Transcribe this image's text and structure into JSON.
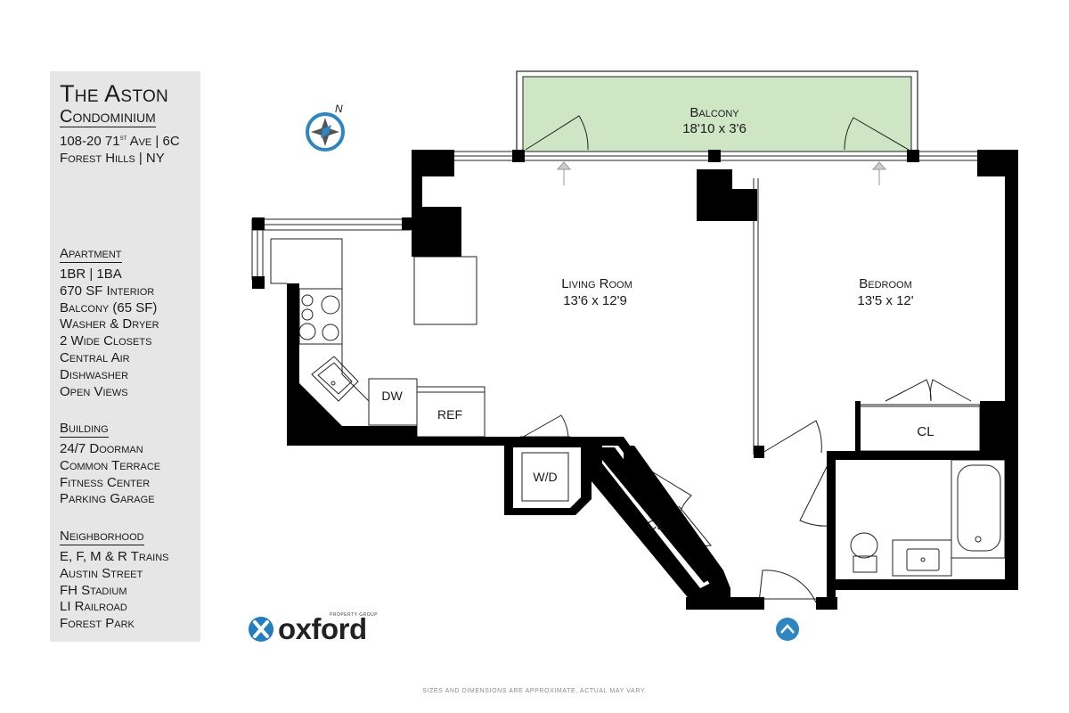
{
  "listing": {
    "title_line1": "The Aston",
    "title_line2": "Condominium",
    "address_line1_pre": "108-20 71",
    "address_line1_sup": "st",
    "address_line1_post": " Ave | 6C",
    "address_line2": "Forest Hills | NY"
  },
  "sections": [
    {
      "heading": "Apartment",
      "items": [
        "1BR | 1BA",
        "670 SF Interior",
        "Balcony (65 SF)",
        "Washer & Dryer",
        "2 Wide Closets",
        "Central Air",
        "Dishwasher",
        "Open Views"
      ]
    },
    {
      "heading": "Building",
      "items": [
        "24/7 Doorman",
        "Common Terrace",
        "Fitness Center",
        "Parking Garage"
      ]
    },
    {
      "heading": "Neighborhood",
      "items": [
        "E, F, M & R Trains",
        "Austin Street",
        "FH Stadium",
        "LI Railroad",
        "Forest Park"
      ]
    }
  ],
  "rooms": {
    "balcony": {
      "name": "Balcony",
      "dims": "18'10 x 3'6"
    },
    "living": {
      "name": "Living Room",
      "dims": "13'6 x 12'9"
    },
    "bedroom": {
      "name": "Bedroom",
      "dims": "13'5 x 12'"
    },
    "bedroom_closet": "CL",
    "hall_closet": "CL",
    "dishwasher": "DW",
    "refrigerator": "REF",
    "washer_dryer": "W/D"
  },
  "compass": {
    "label": "N"
  },
  "logo": {
    "name": "oxford",
    "tagline": "PROPERTY GROUP"
  },
  "footer": {
    "note": "SIZES AND DIMENSIONS ARE APPROXIMATE, ACTUAL MAY VARY."
  },
  "colors": {
    "balcony": "#cfe6c4",
    "compass_blue": "#2c86c2",
    "wall": "#000000",
    "sidebar_bg": "#e6e6e6",
    "logo_blue": "#1f7fc1"
  },
  "icons": {
    "compass": "compass-rose-icon",
    "entry": "entry-arrow-icon",
    "logo_mark": "oxford-x-mark-icon"
  }
}
